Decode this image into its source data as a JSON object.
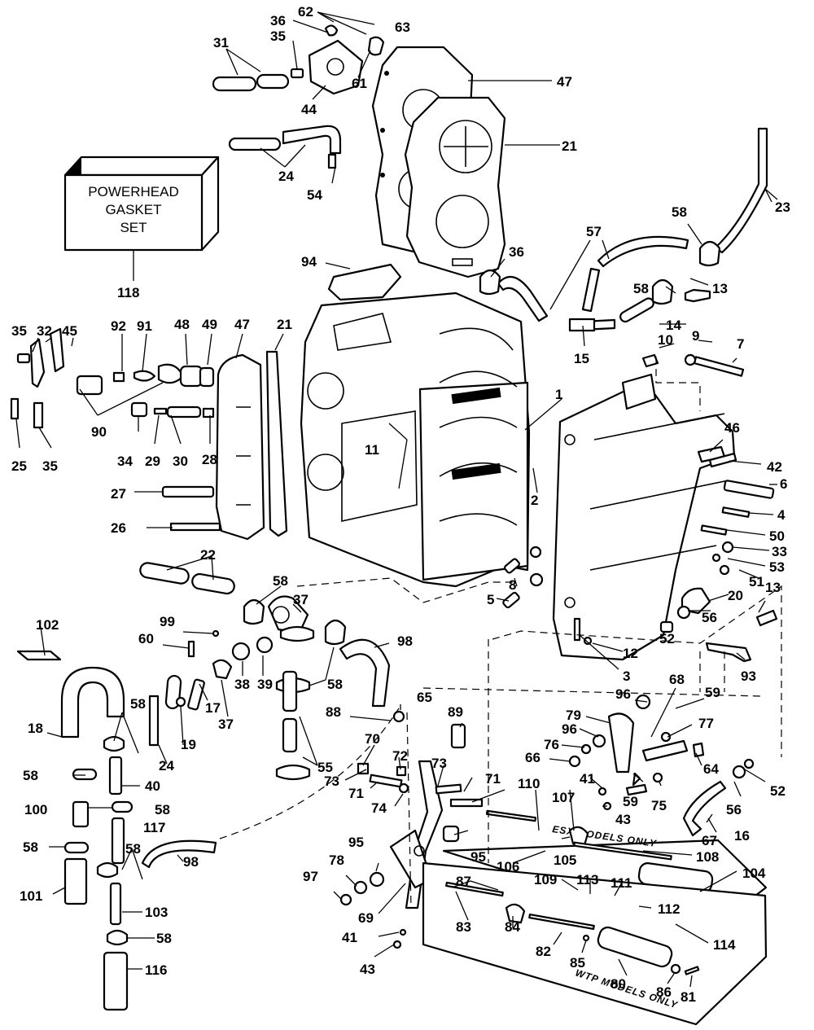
{
  "gasket_box": {
    "line1": "POWERHEAD",
    "line2": "GASKET",
    "line3": "SET"
  },
  "notes": {
    "esx": "ESX MODELS ONLY",
    "wtp": "WTP MODELS ONLY"
  },
  "labels": {
    "l62": "62",
    "l63": "63",
    "l36a": "36",
    "l35a": "35",
    "l31": "31",
    "l61": "61",
    "l47a": "47",
    "l44": "44",
    "l21a": "21",
    "l24a": "24",
    "l54": "54",
    "l23": "23",
    "l118": "118",
    "l58a": "58",
    "l57": "57",
    "l36b": "36",
    "l94": "94",
    "l58b": "58",
    "l13a": "13",
    "l14": "14",
    "l15": "15",
    "l10": "10",
    "l9": "9",
    "l7": "7",
    "l35b": "35",
    "l32": "32",
    "l45": "45",
    "l92": "92",
    "l91": "91",
    "l48": "48",
    "l49": "49",
    "l47b": "47",
    "l21b": "21",
    "l1": "1",
    "l46": "46",
    "l42": "42",
    "l90": "90",
    "l34": "34",
    "l29": "29",
    "l30": "30",
    "l28": "28",
    "l25": "25",
    "l35c": "35",
    "l11": "11",
    "l6": "6",
    "l27": "27",
    "l2": "2",
    "l4": "4",
    "l26": "26",
    "l50": "50",
    "l33": "33",
    "l53": "53",
    "l22": "22",
    "l58c": "58",
    "l8": "8",
    "l5": "5",
    "l51": "51",
    "l37a": "37",
    "l20": "20",
    "l13b": "13",
    "l102": "102",
    "l99": "99",
    "l60": "60",
    "l56a": "56",
    "l52a": "52",
    "l98a": "98",
    "l12": "12",
    "l3": "3",
    "l93": "93",
    "l38": "38",
    "l39": "39",
    "l58d": "58",
    "l68": "68",
    "l96a": "96",
    "l59a": "59",
    "l65": "65",
    "l58e": "58",
    "l18": "18",
    "l17": "17",
    "l37b": "37",
    "l88": "88",
    "l89": "89",
    "l79": "79",
    "l77": "77",
    "l19": "19",
    "l24b": "24",
    "l96b": "96",
    "l76": "76",
    "l70": "70",
    "l55": "55",
    "l72": "72",
    "l73a": "73",
    "l66": "66",
    "l64": "64",
    "l58f": "58",
    "l40": "40",
    "l73b": "73",
    "l71a": "71",
    "l41a": "41",
    "l59b": "59",
    "l52b": "52",
    "l110": "110",
    "l107": "107",
    "l71b": "71",
    "l56b": "56",
    "l75": "75",
    "l58g": "58",
    "l100": "100",
    "l58h": "58",
    "l74": "74",
    "l43a": "43",
    "l67": "67",
    "l16": "16",
    "l117": "117",
    "l95a": "95",
    "l105": "105",
    "l58i": "58",
    "l58j": "58",
    "l106": "106",
    "l108": "108",
    "l101": "101",
    "l98b": "98",
    "l78": "78",
    "l95b": "95",
    "l104": "104",
    "l97": "97",
    "l109": "109",
    "l113": "113",
    "l111": "111",
    "l87": "87",
    "l103": "103",
    "l69": "69",
    "l112": "112",
    "l83": "83",
    "l84": "84",
    "l58k": "58",
    "l41b": "41",
    "l82": "82",
    "l85": "85",
    "l114": "114",
    "l43b": "43",
    "l116": "116",
    "l80": "80",
    "l86": "86",
    "l81": "81"
  }
}
